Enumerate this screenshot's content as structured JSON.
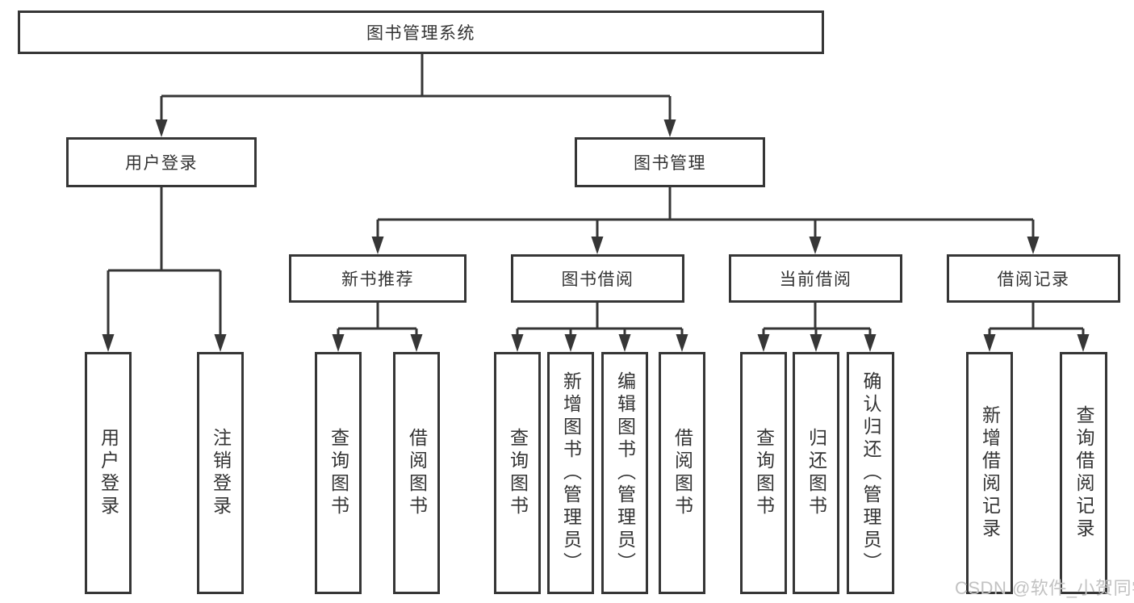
{
  "diagram": {
    "title": "图书管理系统",
    "nodes": {
      "root": "图书管理系统",
      "user_login": "用户登录",
      "book_mgmt": "图书管理",
      "new_book_recommend": "新书推荐",
      "book_borrow": "图书借阅",
      "current_borrow": "当前借阅",
      "borrow_record": "借阅记录",
      "leaves": [
        "用户登录",
        "注销登录",
        "查询图书",
        "借阅图书",
        "查询图书",
        "新增图书（管理员）",
        "编辑图书（管理员）",
        "借阅图书",
        "查询图书",
        "归还图书",
        "确认归还（管理员）",
        "新增借阅记录",
        "查询借阅记录"
      ]
    },
    "colors": {
      "line": "#363636",
      "text": "#333333",
      "background": "#ffffff",
      "watermark": "#c2c2c2"
    }
  },
  "watermark": {
    "text": "CSDN @软件_小贺同学"
  }
}
